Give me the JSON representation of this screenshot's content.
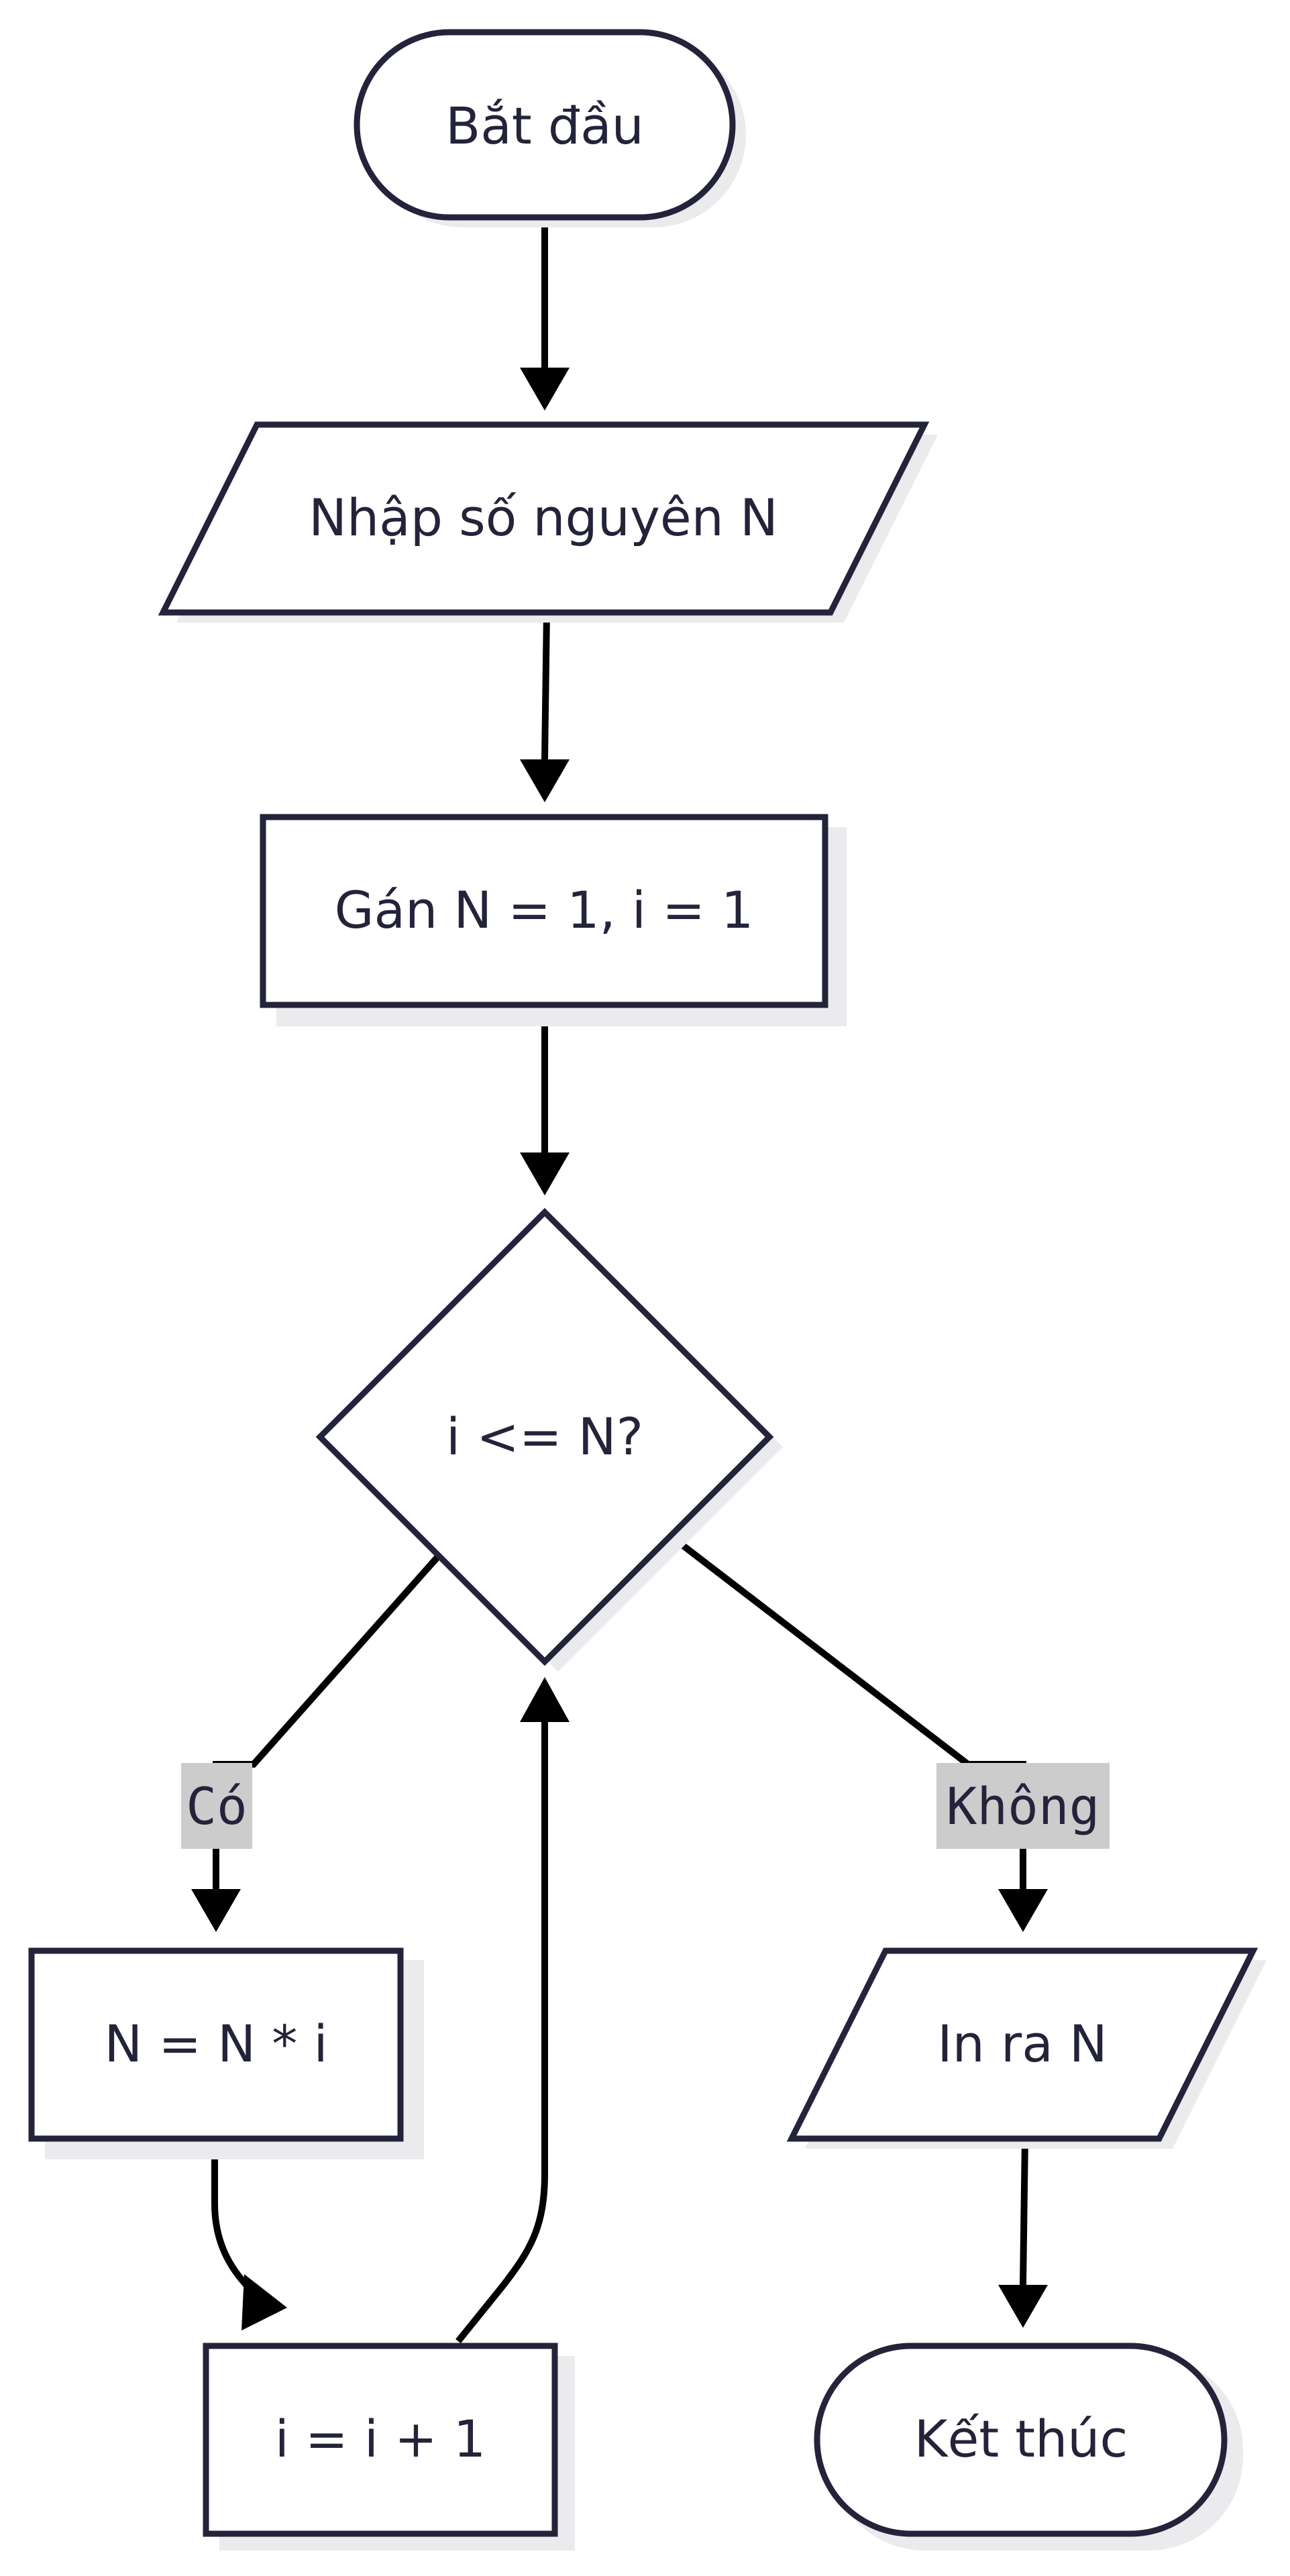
{
  "nodes": {
    "start": "Bắt đầu",
    "input": "Nhập số nguyên N",
    "init": "Gán N = 1, i = 1",
    "condition": "i <= N?",
    "multiply": "N = N * i",
    "increment": "i = i + 1",
    "output": "In ra N",
    "end": "Kết thúc"
  },
  "edges": {
    "yes_label": "Có",
    "no_label": "Không"
  },
  "colors": {
    "stroke": "#23233a",
    "edge": "#000000",
    "label_bg": "#cccccc",
    "shadow": "#ebebed"
  }
}
